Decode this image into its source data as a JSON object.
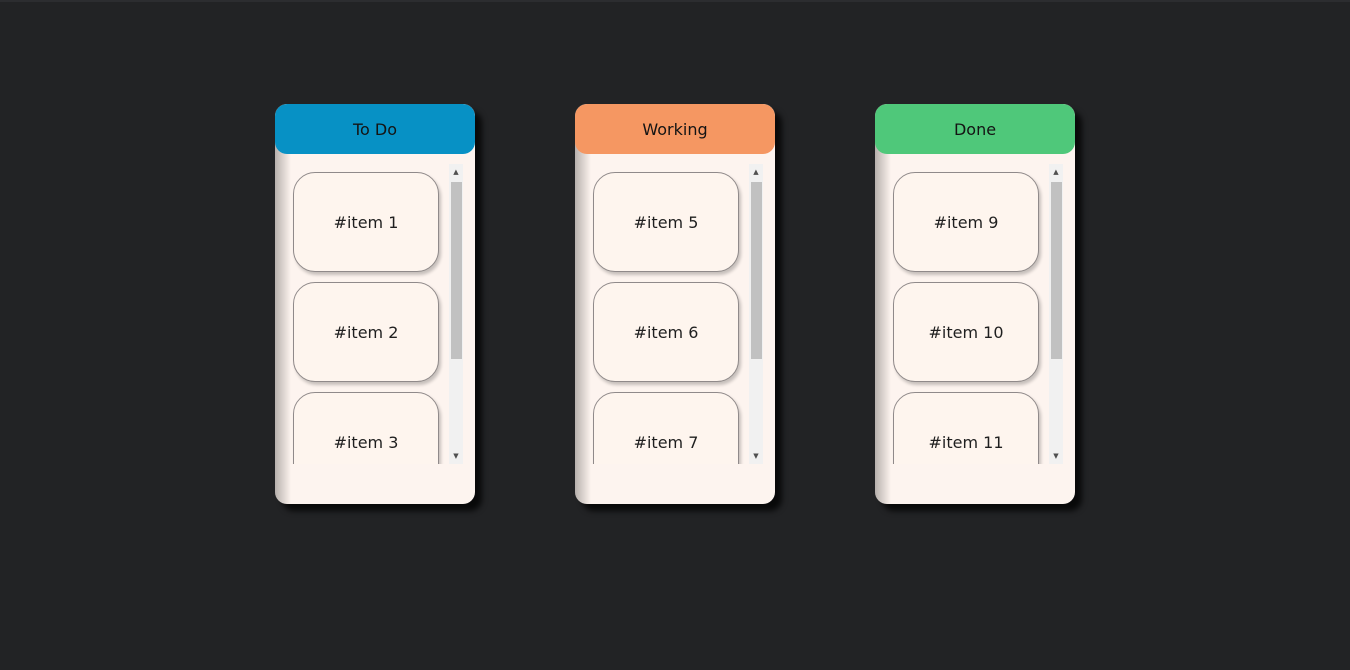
{
  "board": {
    "columns": [
      {
        "title": "To Do",
        "color": "#0791c5",
        "items": [
          "#item 1",
          "#item 2",
          "#item 3"
        ]
      },
      {
        "title": "Working",
        "color": "#f59762",
        "items": [
          "#item 5",
          "#item 6",
          "#item 7"
        ]
      },
      {
        "title": "Done",
        "color": "#4fc87a",
        "items": [
          "#item 9",
          "#item 10",
          "#item 11"
        ]
      }
    ]
  },
  "icons": {
    "scroll_up": "triangle-up-icon",
    "scroll_down": "triangle-down-icon"
  }
}
